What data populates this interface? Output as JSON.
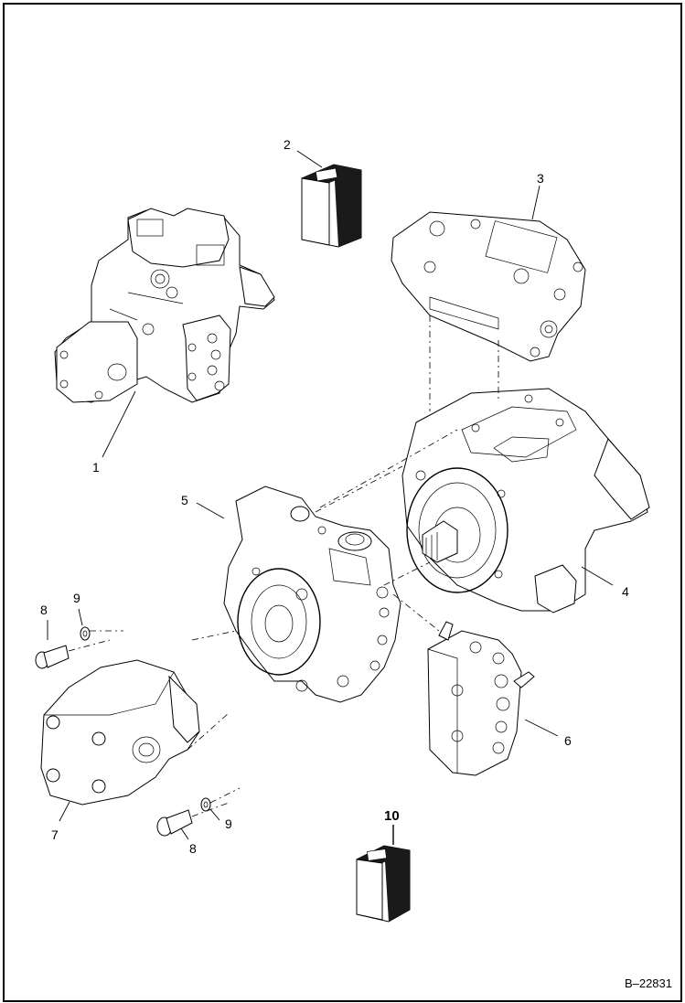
{
  "figure_ref": "B–22831",
  "callouts": {
    "c1": "1",
    "c2": "2",
    "c3": "3",
    "c4": "4",
    "c5": "5",
    "c6": "6",
    "c7": "7",
    "c8a": "8",
    "c8b": "8",
    "c9a": "9",
    "c9b": "9",
    "c10": "10"
  },
  "colors": {
    "ink": "#000000",
    "paper": "#ffffff"
  }
}
